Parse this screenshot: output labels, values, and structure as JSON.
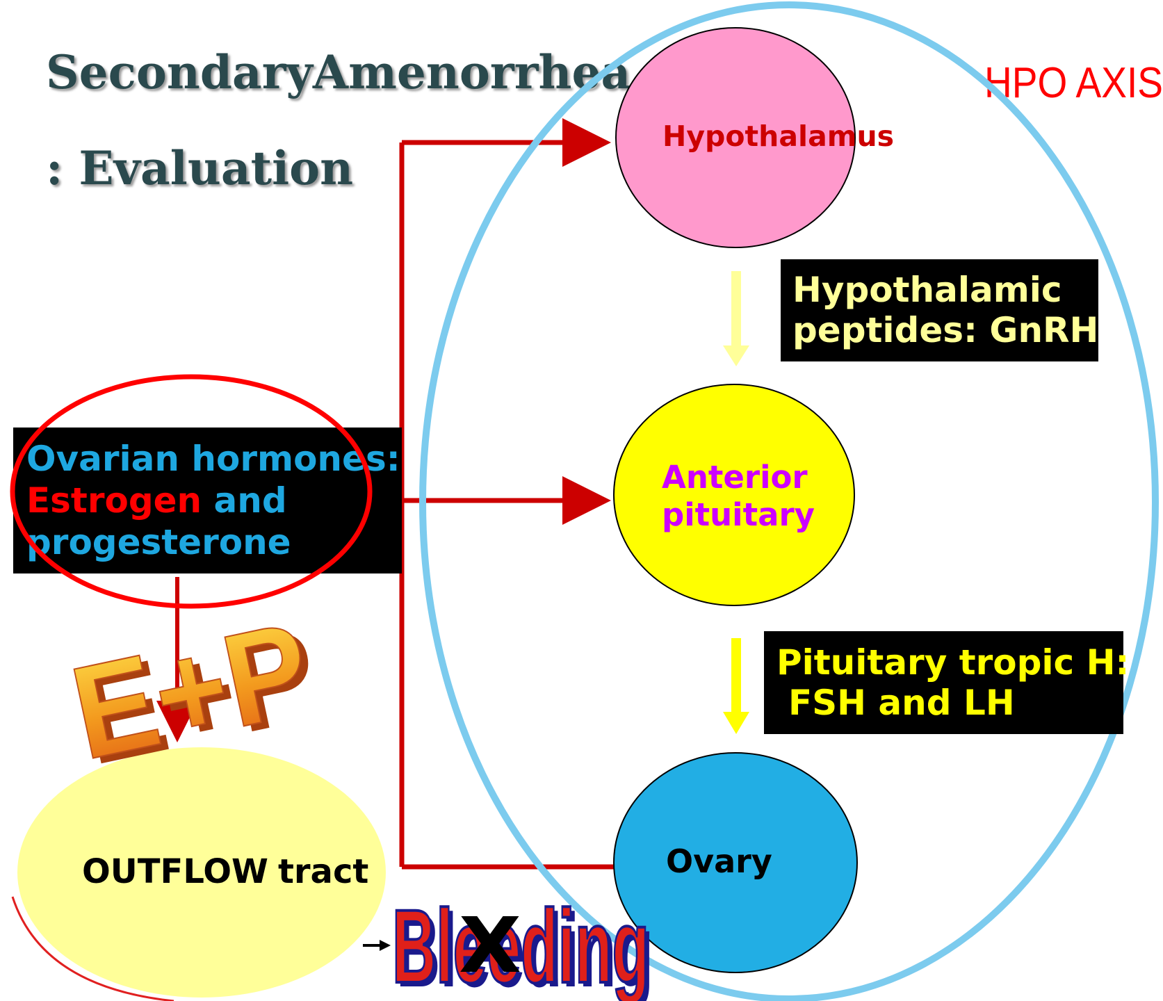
{
  "slide": {
    "title_line1": "SecondaryAmenorrhea",
    "title_line2": ": Evaluation",
    "corner_label": "HPO AXIS"
  },
  "nodes": {
    "hypothalamus": "Hypothalamus",
    "anterior_pituitary_line1": "Anterior",
    "anterior_pituitary_line2": "pituitary",
    "ovary": "Ovary",
    "outflow_bold": "OUTFLOW",
    "outflow_rest": "tract"
  },
  "labels": {
    "gnrh_line1": "Hypothalamic",
    "gnrh_line2": "peptides: GnRH",
    "tropic_line1": "Pituitary tropic H:",
    "tropic_line2": "FSH and LH",
    "ovarian_line1": "Ovarian hormones:",
    "ovarian_estrogen": "Estrogen",
    "ovarian_and": " and",
    "ovarian_line3": "progesterone"
  },
  "wordart": {
    "ep": "E+P",
    "bleeding": "Bleeding",
    "blocked_mark": "X"
  },
  "colors": {
    "feedback_red": "#cc0000",
    "axis_ellipse": "#7ccbee",
    "hypothalamus_fill": "#ff99cc",
    "pituitary_fill": "#ffff00",
    "ovary_fill": "#22aee4",
    "outflow_fill": "#ffff99",
    "label_box": "#000000",
    "ovarian_text": "#1ea7e0",
    "estrogen_text": "#ff0000",
    "gnrh_text": "#ffff99",
    "tropic_text": "#ffff00",
    "pituitary_text": "#cc00ff",
    "hypothalamus_text": "#cc0000",
    "title_text": "#2b4a4e",
    "corner_text": "#ff0000",
    "bleeding_fill": "#e0201a",
    "bleeding_outline": "#1a1a8c",
    "ep_fill": "#f5a01e"
  }
}
